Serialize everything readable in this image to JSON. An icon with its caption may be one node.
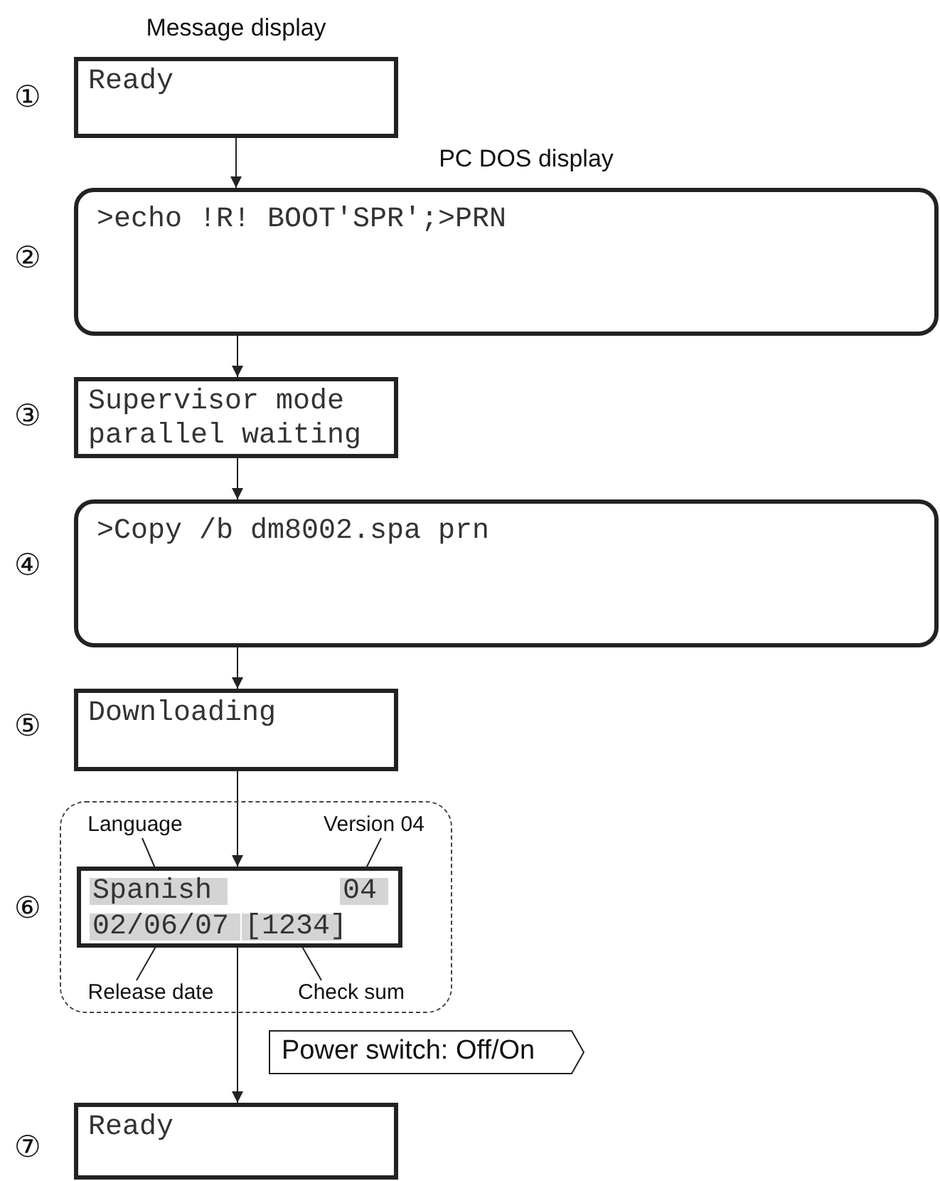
{
  "diagram": {
    "nodes": [
      {
        "text": [
          "Message display",
          "Ready"
        ],
        "beside": [
          "①"
        ]
      },
      {
        "text": [
          "PC DOS display",
          ">echo !R! BOOT'SPR';>PRN"
        ],
        "beside": [
          "②"
        ]
      },
      {
        "text": [
          "Supervisor mode parallel waiting"
        ],
        "beside": [
          "③"
        ]
      },
      {
        "text": [
          ">Copy /b dm8002.spa prn"
        ],
        "beside": [
          "④"
        ]
      },
      {
        "text": [
          "Downloading"
        ],
        "beside": [
          "⑤"
        ]
      },
      {
        "text": [],
        "shape": "box",
        "beside": [
          "⑥"
        ]
      },
      {
        "text": [],
        "shape": "box",
        "in": 5
      },
      {
        "text": [
          "Language"
        ],
        "in": 5
      },
      {
        "text": [
          "Version 04"
        ],
        "in": 5
      },
      {
        "text": [
          "Spanish"
        ],
        "in": 6
      },
      {
        "text": [
          "04"
        ],
        "in": 6
      },
      {
        "text": [
          "02/06/07"
        ],
        "in": 6
      },
      {
        "text": [
          "[1234]"
        ],
        "in": 6
      },
      {
        "text": [
          "Release date"
        ],
        "in": 5
      },
      {
        "text": [
          "Check sum"
        ],
        "in": 5
      },
      {
        "text": [
          "Ready"
        ],
        "beside": [
          "⑦"
        ]
      }
    ],
    "edges": [
      {
        "from": 0,
        "to": 1,
        "arrow": "to"
      },
      {
        "from": 1,
        "to": 2,
        "arrow": "to"
      },
      {
        "from": 2,
        "to": 3,
        "arrow": "to"
      },
      {
        "from": 3,
        "to": 4,
        "arrow": "to"
      },
      {
        "from": 4,
        "to": 6,
        "arrow": "to"
      },
      {
        "from": 6,
        "to": 15,
        "arrow": "to",
        "label": "Power switch: Off/On"
      },
      {
        "from": 7,
        "to": 9,
        "arrow": "none"
      },
      {
        "from": 8,
        "to": 10,
        "arrow": "none"
      },
      {
        "from": 13,
        "to": 11,
        "arrow": "none"
      },
      {
        "from": 14,
        "to": 12,
        "arrow": "none"
      }
    ]
  }
}
